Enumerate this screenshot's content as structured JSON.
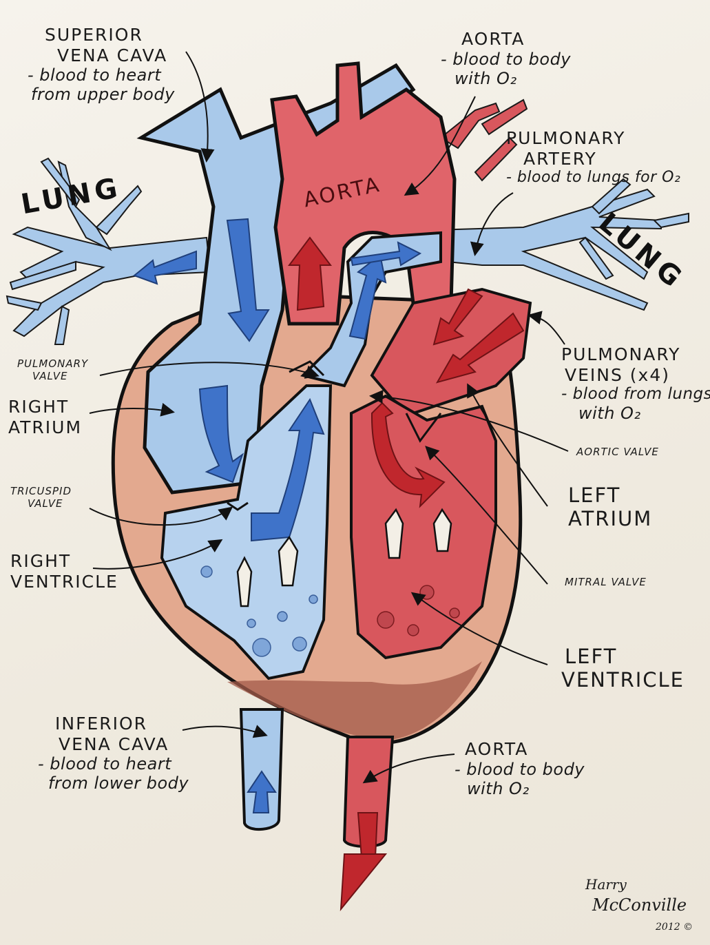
{
  "colors": {
    "paper": "#f3efe6",
    "deoxygenated": "#a9c9ea",
    "deoxy_arrow": "#3f73c9",
    "oxygenated": "#e0646a",
    "oxy_arrow": "#c0272d",
    "muscle": "#e3a98f",
    "muscle_dark": "#a35b4a",
    "ink": "#111111"
  },
  "lung_left": "LUNG",
  "lung_right": "LUNG",
  "aorta_inner": "AORTA",
  "labels": {
    "svc": {
      "title1": "SUPERIOR",
      "title2": "VENA CAVA",
      "desc1": "- blood to heart",
      "desc2": "from upper body"
    },
    "aorta_top": {
      "title": "AORTA",
      "desc1": "- blood to body",
      "desc2": "with O₂"
    },
    "pulm_artery": {
      "title1": "PULMONARY",
      "title2": "ARTERY",
      "desc": "- blood to lungs for O₂"
    },
    "pulm_valve": {
      "line1": "PULMONARY",
      "line2": "VALVE"
    },
    "right_atrium": {
      "line1": "RIGHT",
      "line2": "ATRIUM"
    },
    "pulm_veins": {
      "title1": "PULMONARY",
      "title2": "VEINS (x4)",
      "desc1": "- blood from lungs",
      "desc2": "with O₂"
    },
    "aortic_valve": "AORTIC VALVE",
    "tricuspid": {
      "line1": "TRICUSPID",
      "line2": "VALVE"
    },
    "left_atrium": {
      "line1": "LEFT",
      "line2": "ATRIUM"
    },
    "right_ventricle": {
      "line1": "RIGHT",
      "line2": "VENTRICLE"
    },
    "mitral": "MITRAL VALVE",
    "left_ventricle": {
      "line1": "LEFT",
      "line2": "VENTRICLE"
    },
    "ivc": {
      "title1": "INFERIOR",
      "title2": "VENA CAVA",
      "desc1": "- blood to heart",
      "desc2": "from lower body"
    },
    "aorta_bottom": {
      "title": "AORTA",
      "desc1": "- blood to body",
      "desc2": "with O₂"
    }
  },
  "signature": {
    "line1": "Harry",
    "line2": "McConville",
    "year": "2012 ©"
  }
}
